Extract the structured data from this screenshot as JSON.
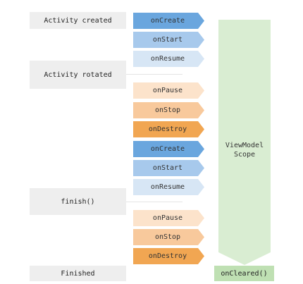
{
  "events": [
    {
      "label": "Activity created"
    },
    {
      "label": "Activity rotated"
    },
    {
      "label": "finish()"
    },
    {
      "label": "Finished"
    }
  ],
  "callbacks": [
    {
      "label": "onCreate",
      "color": "#6aa6de"
    },
    {
      "label": "onStart",
      "color": "#a7c9ec"
    },
    {
      "label": "onResume",
      "color": "#d7e6f5"
    },
    {
      "label": "onPause",
      "color": "#fce3cb"
    },
    {
      "label": "onStop",
      "color": "#f8c99c"
    },
    {
      "label": "onDestroy",
      "color": "#f1a652"
    },
    {
      "label": "onCreate",
      "color": "#6aa6de"
    },
    {
      "label": "onStart",
      "color": "#a7c9ec"
    },
    {
      "label": "onResume",
      "color": "#d7e6f5"
    },
    {
      "label": "onPause",
      "color": "#fce3cb"
    },
    {
      "label": "onStop",
      "color": "#f8c99c"
    },
    {
      "label": "onDestroy",
      "color": "#f1a652"
    }
  ],
  "scope": {
    "line1": "ViewModel",
    "line2": "Scope",
    "color": "#d9edd2"
  },
  "cleared": {
    "label": "onCleared()",
    "color": "#bfe0b3"
  }
}
